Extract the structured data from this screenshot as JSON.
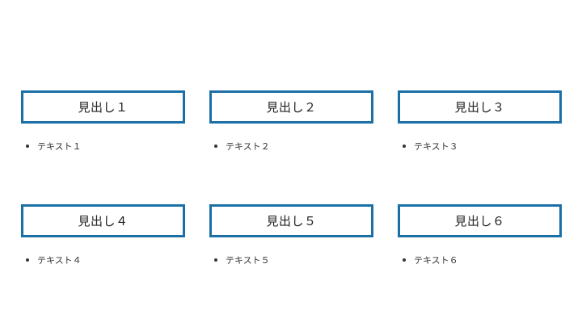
{
  "cards": [
    {
      "heading": "見出し１",
      "items": [
        "テキスト１"
      ]
    },
    {
      "heading": "見出し２",
      "items": [
        "テキスト２"
      ]
    },
    {
      "heading": "見出し３",
      "items": [
        "テキスト３"
      ]
    },
    {
      "heading": "見出し４",
      "items": [
        "テキスト４"
      ]
    },
    {
      "heading": "見出し５",
      "items": [
        "テキスト５"
      ]
    },
    {
      "heading": "見出し６",
      "items": [
        "テキスト６"
      ]
    }
  ],
  "colors": {
    "border": "#1a6fa6",
    "text": "#333333"
  }
}
